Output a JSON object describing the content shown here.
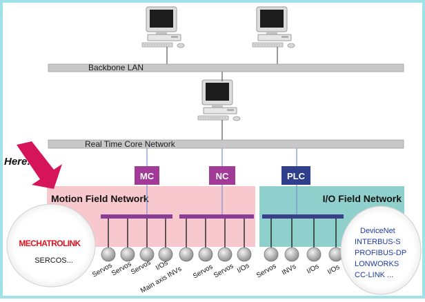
{
  "backbone_lan": "Backbone LAN",
  "core_network": "Real Time Core Network",
  "here_label": "Here!",
  "motion_field_network": "Motion Field Network",
  "io_field_network": "I/O Field Network",
  "controllers": {
    "mc": "MC",
    "nc": "NC",
    "plc": "PLC"
  },
  "motion_protocols": {
    "primary": "MECHATROLINK",
    "secondary": "SERCOS..."
  },
  "io_protocols": [
    "DeviceNet",
    "INTERBUS-S",
    "PROFIBUS-DP",
    "LONWORKS",
    "CC-LINK ..."
  ],
  "device_labels": [
    "Servos",
    "Servos",
    "Servos",
    "I/Os",
    "Main axis INVs",
    "Servos",
    "Servos",
    "I/Os",
    "Servos",
    "INVs",
    "I/Os",
    "I/Os"
  ],
  "colors": {
    "border": "#9fe3e8",
    "lan_bar": "#c8c8c8",
    "wire": "#7d8fd0",
    "motion_field_bg": "#f7c9cf",
    "io_field_bg": "#8fd0cc",
    "controller_box": "#a23a98",
    "plc_box": "#2f3f8c",
    "bus_bar": "#8a3d96",
    "arrow": "#d6145a",
    "mechatrolink": "#e0101e"
  },
  "icons": [
    "computer-icon",
    "arrow-icon",
    "device-node-icon"
  ]
}
